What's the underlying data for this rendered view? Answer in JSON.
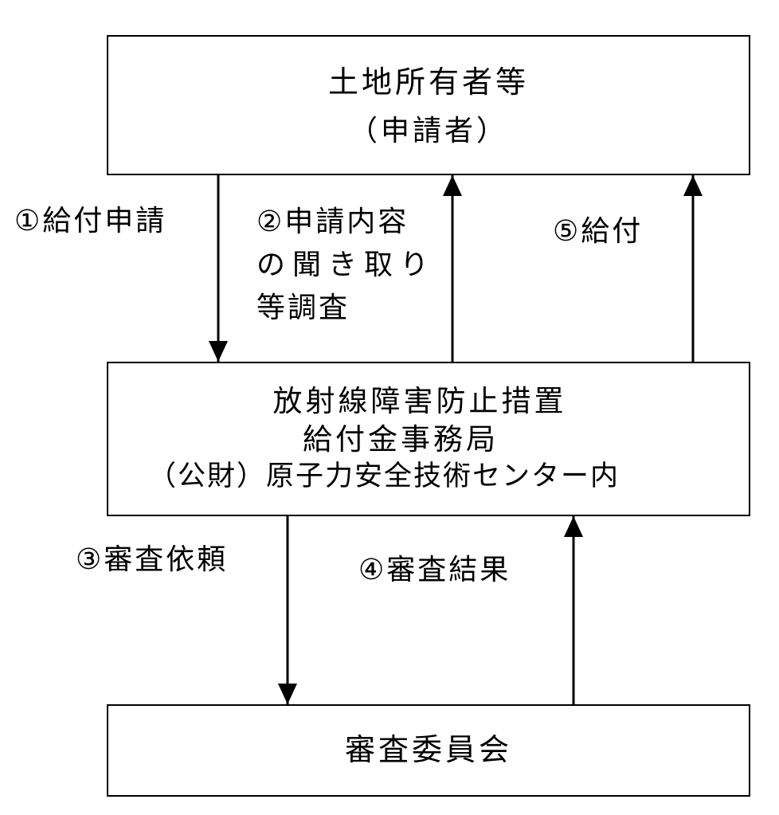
{
  "boxes": {
    "top": {
      "line1": "土地所有者等",
      "line2": "（申請者）"
    },
    "middle": {
      "line1": "放射線障害防止措置",
      "line2": "給付金事務局",
      "line3": "（公財）原子力安全技術センター内"
    },
    "bottom": {
      "line1": "審査委員会"
    }
  },
  "steps": {
    "s1": {
      "text": "①給付申請"
    },
    "s2": {
      "line1": "②申請内容",
      "line2": "の聞き取り",
      "line3": "等調査"
    },
    "s3": {
      "text": "③審査依頼"
    },
    "s4": {
      "text": "④審査結果"
    },
    "s5": {
      "text": "⑤給付"
    }
  }
}
